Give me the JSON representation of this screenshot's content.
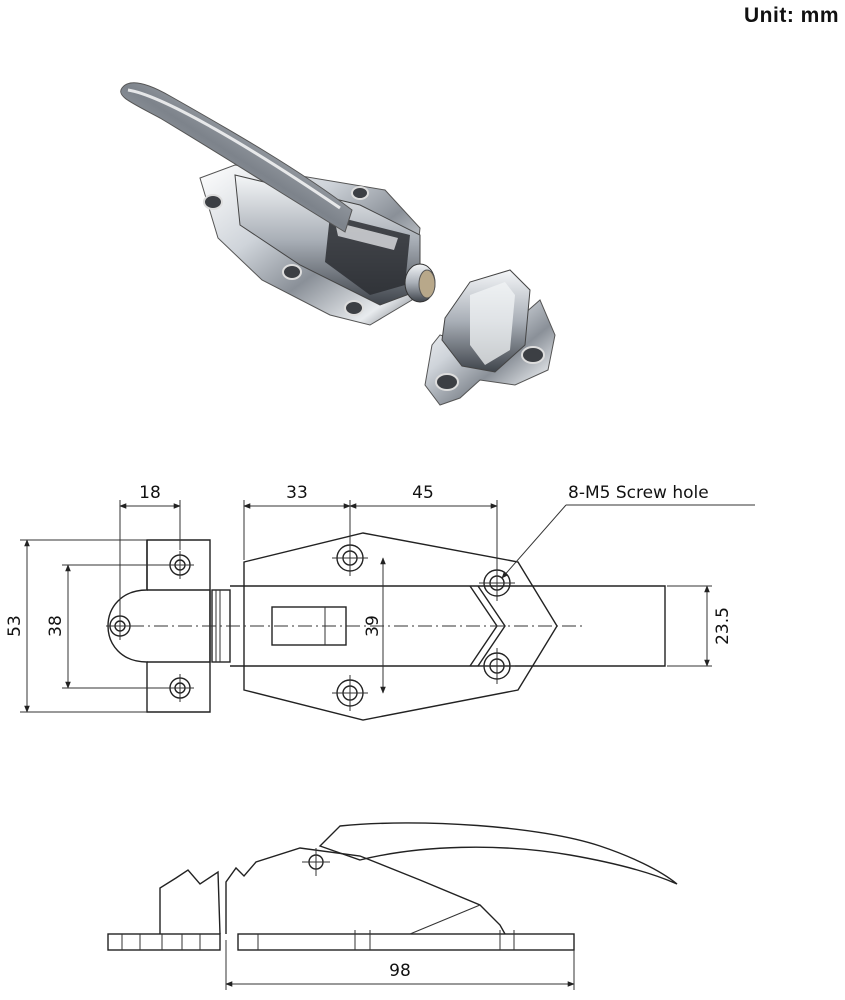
{
  "header": {
    "unit_label": "Unit:  mm"
  },
  "drawing": {
    "callout": "8-M5 Screw hole",
    "dimensions": {
      "d18": "18",
      "d33": "33",
      "d45": "45",
      "d53": "53",
      "d38": "38",
      "d39": "39",
      "d23_5": "23.5",
      "d98": "98"
    }
  },
  "photo": {
    "description_icon": "latch-photo"
  },
  "colors": {
    "chrome_light": "#f2f4f6",
    "chrome_mid": "#b8bec6",
    "chrome_dark": "#4a4f57",
    "ink": "#222222"
  }
}
